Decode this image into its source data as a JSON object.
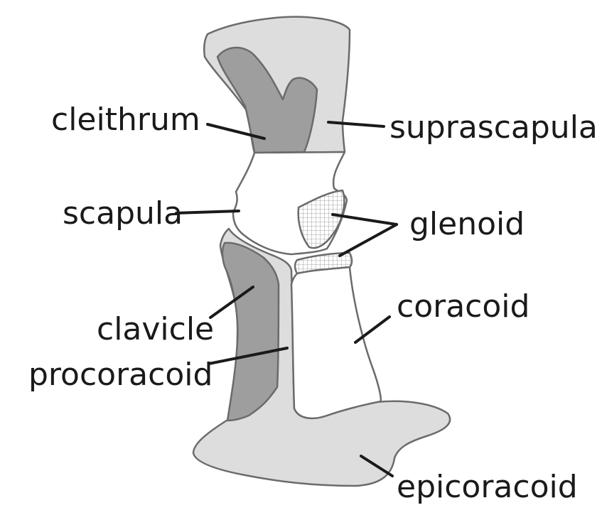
{
  "labels": {
    "cleithrum": "cleithrum",
    "suprascapula": "suprascapula",
    "scapula": "scapula",
    "glenoid": "glenoid",
    "coracoid": "coracoid",
    "clavicle": "clavicle",
    "procoracoid": "procoracoid",
    "epicoracoid": "epicoracoid"
  },
  "colors": {
    "light_gray": "#dddddd",
    "dark_gray": "#9e9e9e",
    "white": "#ffffff",
    "outline": "#6b6b6b",
    "text": "#1a1a1a"
  }
}
